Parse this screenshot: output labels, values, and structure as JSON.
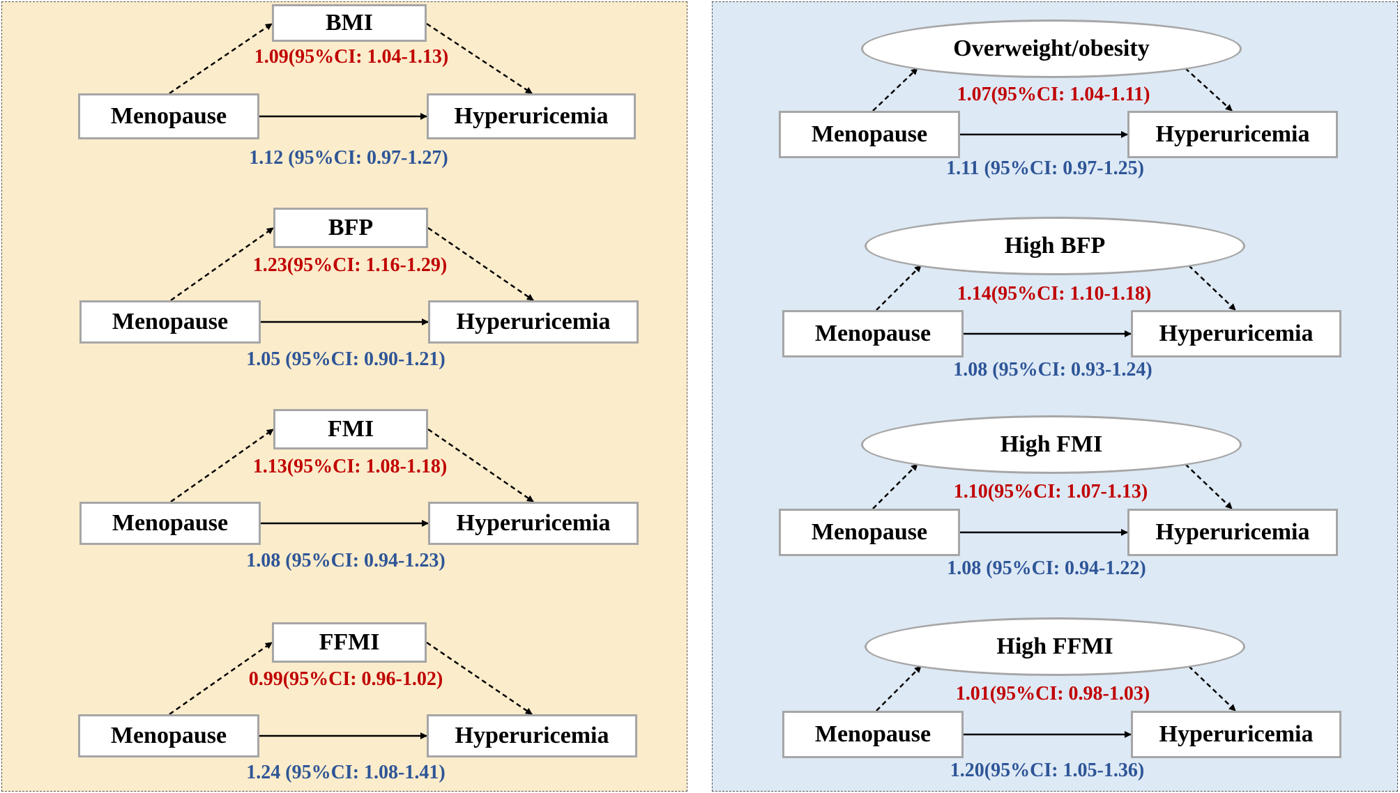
{
  "colors": {
    "left_panel_bg": "#fbeccb",
    "right_panel_bg": "#dde9f5",
    "indirect_effect": "#c00000",
    "direct_effect": "#2e5597"
  },
  "left_panel": [
    {
      "mediator": "BMI",
      "exposure": "Menopause",
      "outcome": "Hyperuricemia",
      "indirect": "1.09(95%CI: 1.04-1.13)",
      "direct": "1.12 (95%CI: 0.97-1.27)"
    },
    {
      "mediator": "BFP",
      "exposure": "Menopause",
      "outcome": "Hyperuricemia",
      "indirect": "1.23(95%CI: 1.16-1.29)",
      "direct": "1.05 (95%CI: 0.90-1.21)"
    },
    {
      "mediator": "FMI",
      "exposure": "Menopause",
      "outcome": "Hyperuricemia",
      "indirect": "1.13(95%CI: 1.08-1.18)",
      "direct": "1.08 (95%CI: 0.94-1.23)"
    },
    {
      "mediator": "FFMI",
      "exposure": "Menopause",
      "outcome": "Hyperuricemia",
      "indirect": "0.99(95%CI: 0.96-1.02)",
      "direct": "1.24 (95%CI: 1.08-1.41)"
    }
  ],
  "right_panel": [
    {
      "mediator": "Overweight/obesity",
      "exposure": "Menopause",
      "outcome": "Hyperuricemia",
      "indirect": "1.07(95%CI: 1.04-1.11)",
      "direct": "1.11 (95%CI: 0.97-1.25)"
    },
    {
      "mediator": "High BFP",
      "exposure": "Menopause",
      "outcome": "Hyperuricemia",
      "indirect": "1.14(95%CI: 1.10-1.18)",
      "direct": "1.08 (95%CI: 0.93-1.24)"
    },
    {
      "mediator": "High FMI",
      "exposure": "Menopause",
      "outcome": "Hyperuricemia",
      "indirect": "1.10(95%CI: 1.07-1.13)",
      "direct": "1.08 (95%CI: 0.94-1.22)"
    },
    {
      "mediator": "High FFMI",
      "exposure": "Menopause",
      "outcome": "Hyperuricemia",
      "indirect": "1.01(95%CI: 0.98-1.03)",
      "direct": "1.20(95%CI: 1.05-1.36)"
    }
  ]
}
